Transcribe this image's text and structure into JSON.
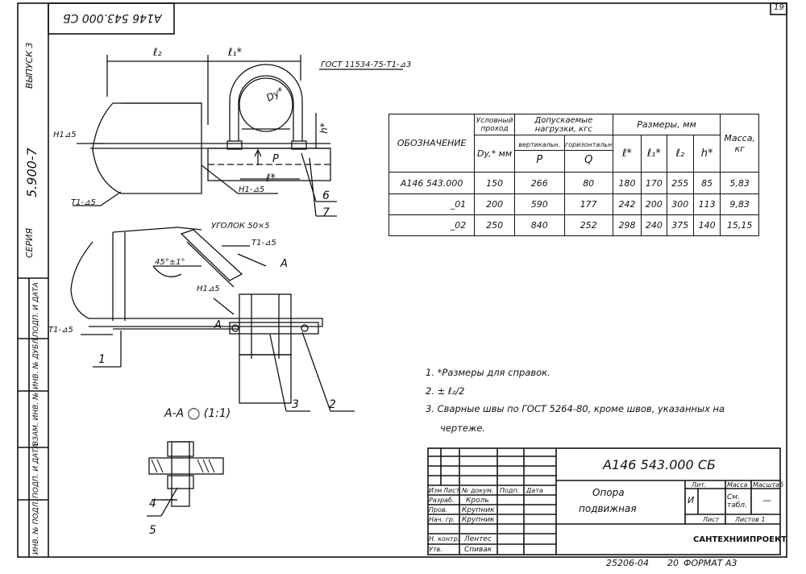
{
  "page_number": "19",
  "doc_stamp": "А146 543.000 СБ",
  "side_margin": {
    "issue": "ВЫПУСК 3",
    "series_number": "5.900-7",
    "series_label": "СЕРИЯ",
    "fields": [
      "ПОДП. И ДАТА",
      "ИНВ. № ДУБЛ.",
      "ВЗАМ. ИНВ. №",
      "ПОДП. И ДАТА",
      "ИНВ. № ПОДЛ."
    ]
  },
  "drawing": {
    "labels": {
      "l2": "ℓ₂",
      "l1": "ℓ₁*",
      "gost_clamp": "ГОСТ 11534-75-Т1-⊿3",
      "dy": "Dy*",
      "h": "h*",
      "weld_h1_top": "Н1⊿5",
      "P": "P",
      "l": "ℓ*",
      "weld_t1_left": "Т1-⊿5",
      "weld_h1_bottom": "Н1-⊿5",
      "callout_6": "6",
      "callout_7": "7",
      "angle_profile": "УГОЛОК 50×5",
      "weld_t1_mid": "Т1-⊿5",
      "section_mark": "А",
      "angle": "45°±1°",
      "weld_h1_mid": "Н1⊿5",
      "weld_t1_lower": "Т1-⊿5",
      "section_mark_2": "А",
      "callout_1": "1",
      "callout_3": "3",
      "callout_2": "2",
      "section_title": "А-А ◯ (1:1)",
      "callout_4": "4",
      "callout_5": "5"
    }
  },
  "spec_table": {
    "headers": {
      "designation": "ОБОЗНАЧЕНИЕ",
      "nominal_pass": "Условный проход",
      "nominal_unit": "Dy,* мм",
      "loads": "Допускаемые нагрузки, кгс",
      "vertical": "вертикальн.",
      "horizontal": "горизонтальн",
      "vertical_sym": "P",
      "horizontal_sym": "Q",
      "dimensions": "Размеры, мм",
      "l": "ℓ*",
      "l1": "ℓ₁*",
      "l2": "ℓ₂",
      "h": "h*",
      "mass": "Масса, кг"
    },
    "rows": [
      [
        "А146 543.000",
        "150",
        "266",
        "80",
        "180",
        "170",
        "255",
        "85",
        "5,83"
      ],
      [
        "_01",
        "200",
        "590",
        "177",
        "242",
        "200",
        "300",
        "113",
        "9,83"
      ],
      [
        "_02",
        "250",
        "840",
        "252",
        "298",
        "240",
        "375",
        "140",
        "15,15"
      ]
    ]
  },
  "notes": [
    "1. *Размеры для справок.",
    "2. ± ℓ₂/2",
    "3. Сварные швы по ГОСТ 5264-80, кроме швов, указанных на",
    "чертеже."
  ],
  "title_block": {
    "code": "А146 543.000 СБ",
    "name_line1": "Опора",
    "name_line2": "подвижная",
    "col_headers": [
      "Изм",
      "Лист",
      "№ докум.",
      "Подп.",
      "Дата"
    ],
    "roles": [
      "Разраб.",
      "Пров.",
      "Нач. гр.",
      "",
      "Н. контр.",
      "Утв."
    ],
    "names": [
      "Кроль",
      "Крупник",
      "Крупник",
      "",
      "Лентес",
      "Спивак"
    ],
    "lit": "Лит.",
    "mass": "Масса",
    "scale": "Масштаб",
    "lit_value": "И",
    "mass_value": "См. табл.",
    "scale_value": "—",
    "sheet": "Лист",
    "sheets": "Листов 1",
    "org": "САНТЕХНИИПРОЕКТ"
  },
  "footer": {
    "number": "25206-04",
    "sheet_no": "20",
    "format": "ФОРМАТ А3"
  }
}
